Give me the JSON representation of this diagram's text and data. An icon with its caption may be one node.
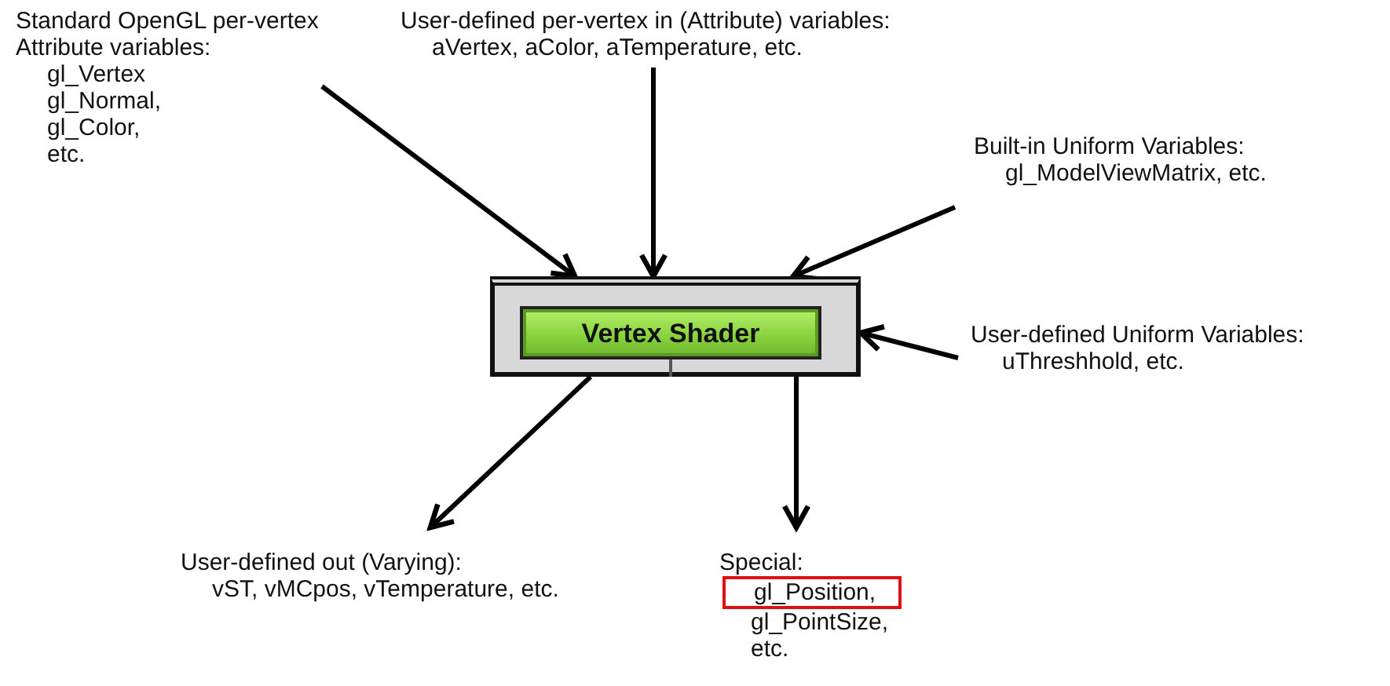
{
  "diagram": {
    "nodes": [
      {
        "text": [
          "Standard OpenGL per-vertex Attribute variables:",
          "gl_Vertex",
          "gl_Normal,",
          "gl_Color,",
          "etc."
        ]
      },
      {
        "text": [
          "User-defined per-vertex in (Attribute) variables:",
          "aVertex, aColor, aTemperature, etc."
        ]
      },
      {
        "text": [
          "Built-in Uniform Variables:",
          "gl_ModelViewMatrix, etc."
        ]
      },
      {
        "text": [],
        "shape": "box"
      },
      {
        "text": [
          "Vertex Shader"
        ],
        "in": 3
      },
      {
        "text": [
          "User-defined Uniform Variables:",
          "uThreshhold, etc."
        ]
      },
      {
        "text": [
          "User-defined out (Varying):",
          "vST, vMCpos, vTemperature, etc."
        ]
      },
      {
        "text": [
          "Special:",
          "gl_PointSize,",
          "etc."
        ]
      },
      {
        "text": [
          "gl_Position,"
        ],
        "in": 7
      }
    ],
    "edges": [
      {
        "from": 0,
        "to": 3,
        "arrow": "to"
      },
      {
        "from": 1,
        "to": 3,
        "arrow": "to"
      },
      {
        "from": 2,
        "to": 3,
        "arrow": "to"
      },
      {
        "from": 5,
        "to": 3,
        "arrow": "to"
      },
      {
        "from": 3,
        "to": 6,
        "arrow": "to"
      },
      {
        "from": 3,
        "to": 7,
        "arrow": "to"
      }
    ]
  }
}
